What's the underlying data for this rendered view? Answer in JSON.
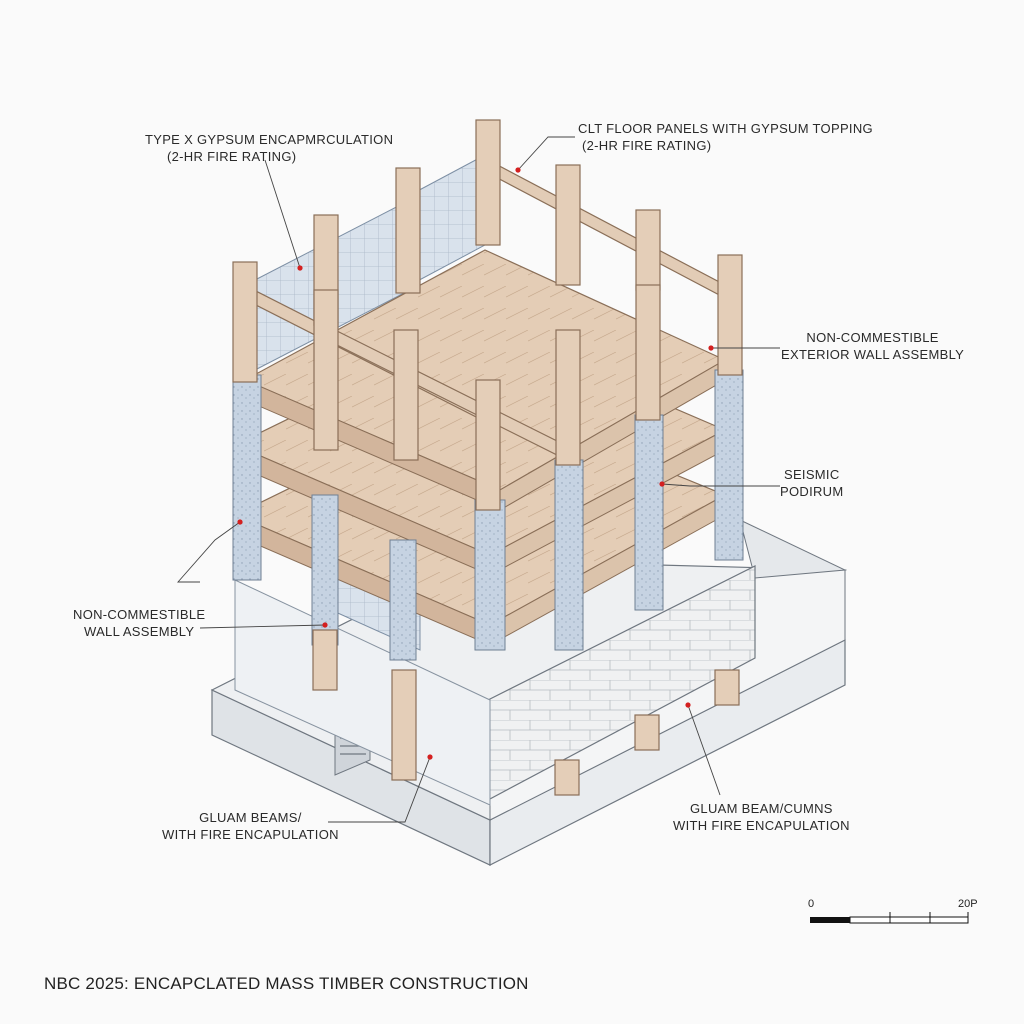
{
  "labels": {
    "gypsum": {
      "line1": "TYPE X GYPSUM ENCAPMRCULATION",
      "line2": "(2-HR FIRE RATING)"
    },
    "clt": {
      "line1": "CLT FLOOR PANELS WITH GYPSUM TOPPING",
      "line2": "(2-HR FIRE RATING)"
    },
    "exterior_wall": {
      "line1": "NON-COMMESTIBLE",
      "line2": "EXTERIOR WALL ASSEMBLY"
    },
    "seismic": {
      "line1": "SEISMIC",
      "line2": "PODIRUM"
    },
    "wall_assembly": {
      "line1": "NON-COMMESTIBLE",
      "line2": "WALL ASSEMBLY"
    },
    "glulam_beams": {
      "line1": "GLUAM BEAMS/",
      "line2": "WITH FIRE ENCAPULATION"
    },
    "glulam_columns": {
      "line1": "GLUAM BEAM/CUMNS",
      "line2": "WITH FIRE ENCAPULATION"
    }
  },
  "scale_bar": {
    "start": "0",
    "end": "20P"
  },
  "caption": "NBC 2025: ENCAPCLATED MASS TIMBER CONSTRUCTION",
  "colors": {
    "timber": "#e3cdb8",
    "timber_edge": "#8a6f58",
    "gypsum": "#d6dfe9",
    "concrete": "#e8ebee",
    "leader_dot": "#d42020"
  }
}
